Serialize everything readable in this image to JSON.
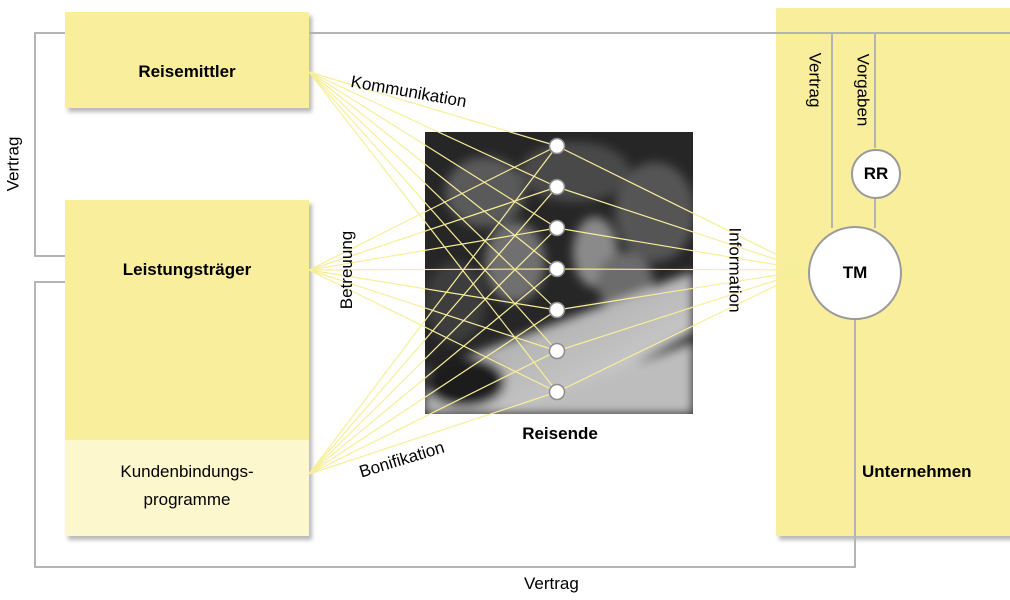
{
  "boxes": {
    "reisemittler": "Reisemittler",
    "leistungstraeger": "Leistungsträger",
    "kundenbindung_line1": "Kundenbindungs-",
    "kundenbindung_line2": "programme",
    "unternehmen": "Unternehmen"
  },
  "center_label": "Reisende",
  "nodes": {
    "rr": "RR",
    "tm": "TM"
  },
  "edge_labels": {
    "kommunikation": "Kommunikation",
    "betreuung": "Betreuung",
    "bonifikation": "Bonifikation",
    "information": "Information",
    "vertrag_left": "Vertrag",
    "vertrag_bottom": "Vertrag",
    "vertrag_right": "Vertrag",
    "vorgaben": "Vorgaben"
  },
  "colors": {
    "box_fill": "#f8ee9c",
    "box_light_fill": "#fdf7cd",
    "connector_line": "#f7ee9a",
    "frame_line": "#b4b4b4"
  }
}
